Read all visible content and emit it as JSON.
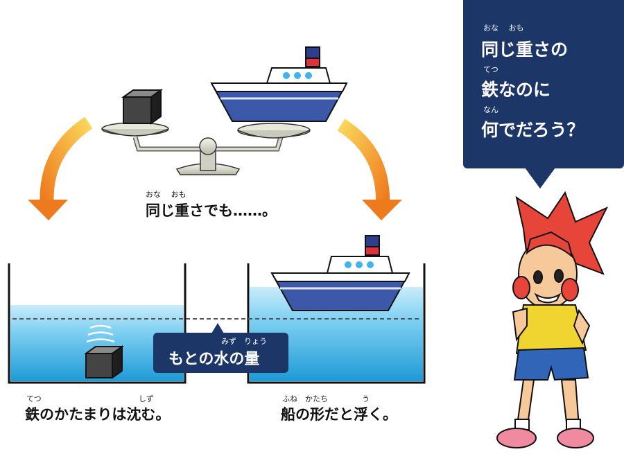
{
  "colors": {
    "navy": "#1d3668",
    "water_top": "#bfe6f6",
    "water_bottom": "#2aa6dc",
    "arrow_start": "#f7b733",
    "arrow_end": "#ee7a1e",
    "iron": "#3c3c3c",
    "ship_hull": "#3c58a8",
    "ship_deck": "#ffffff",
    "porthole": "#3fb4ee",
    "funnel_red": "#e0303a",
    "funnel_blue": "#2c3e8c"
  },
  "top_caption": {
    "furigana": "おな　 おも",
    "text": "同じ重さでも……。"
  },
  "bubble": {
    "lines": [
      {
        "furigana": "おな　  おも",
        "text": "同じ重さの"
      },
      {
        "furigana": "てつ",
        "text": "鉄なのに"
      },
      {
        "furigana": "なん",
        "text": "何でだろう？"
      }
    ]
  },
  "water_label": {
    "furigana": "みず　りょう",
    "text": "もとの水の量"
  },
  "left_caption": {
    "furigana_1": "てつ",
    "furigana_2": "しず",
    "text": "鉄のかたまりは沈む。"
  },
  "right_caption": {
    "furigana_1": "ふね　かたち",
    "furigana_2": "う",
    "text": "船の形だと浮く。"
  },
  "icons": [
    "iron-cube-icon",
    "ship-icon",
    "balance-scale-icon",
    "curved-arrow-icon",
    "girl-character-icon"
  ]
}
